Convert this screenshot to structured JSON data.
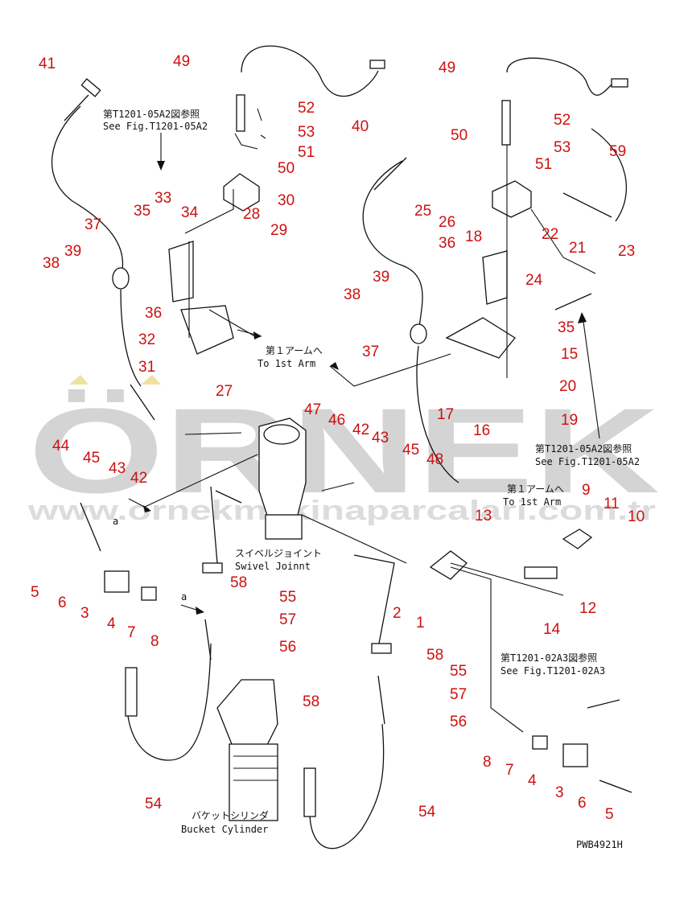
{
  "watermark": {
    "logo": "ÖRNEK",
    "url": "www.ornekmakinaparcalari.com.tr"
  },
  "notes": {
    "see_05a2_jp_left": "第T1201-05A2図参照",
    "see_05a2_en_left": "See Fig.T1201-05A2",
    "to_arm_jp_left": "第１アームへ",
    "to_arm_en_left": "To 1st Arm",
    "see_05a2_jp_right": "第T1201-05A2図参照",
    "see_05a2_en_right": "See Fig.T1201-05A2",
    "to_arm_jp_right": "第１アームへ",
    "to_arm_en_right": "To 1st Arm",
    "swivel_jp": "スイベルジョイント",
    "swivel_en": "Swivel Joinnt",
    "see_02a3_jp": "第T1201-02A3図参照",
    "see_02a3_en": "See Fig.T1201-02A3",
    "bucket_jp": "バケットシリンダ",
    "bucket_en": "Bucket Cylinder",
    "a_mark_1": "a",
    "a_mark_2": "a",
    "drawing_code": "PWB4921H"
  },
  "callouts": [
    "41",
    "49",
    "52",
    "53",
    "51",
    "50",
    "30",
    "33",
    "34",
    "28",
    "35",
    "37",
    "39",
    "38",
    "36",
    "29",
    "32",
    "31",
    "27",
    "44",
    "45",
    "43",
    "42",
    "47",
    "46",
    "42",
    "43",
    "45",
    "48",
    "5",
    "6",
    "3",
    "4",
    "7",
    "8",
    "58",
    "55",
    "57",
    "56",
    "2",
    "1",
    "58",
    "55",
    "57",
    "56",
    "58",
    "54",
    "54",
    "49",
    "59",
    "52",
    "53",
    "50",
    "51",
    "40",
    "25",
    "26",
    "18",
    "22",
    "21",
    "23",
    "36",
    "24",
    "35",
    "39",
    "38",
    "37",
    "15",
    "20",
    "17",
    "16",
    "19",
    "9",
    "11",
    "10",
    "13",
    "12",
    "14",
    "8",
    "7",
    "4",
    "3",
    "6",
    "5"
  ]
}
